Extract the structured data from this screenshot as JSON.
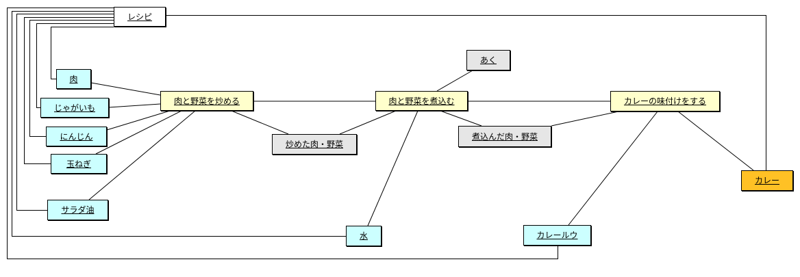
{
  "diagram": {
    "nodes": [
      {
        "id": "recipe",
        "label": "レシピ",
        "kind": "root"
      },
      {
        "id": "niku",
        "label": "肉",
        "kind": "resource"
      },
      {
        "id": "jaga",
        "label": "じゃがいも",
        "kind": "resource"
      },
      {
        "id": "ninjin",
        "label": "にんじん",
        "kind": "resource"
      },
      {
        "id": "tamanegi",
        "label": "玉ねぎ",
        "kind": "resource"
      },
      {
        "id": "oil",
        "label": "サラダ油",
        "kind": "resource"
      },
      {
        "id": "itame",
        "label": "肉と野菜を炒める",
        "kind": "process"
      },
      {
        "id": "itameta",
        "label": "炒めた肉・野菜",
        "kind": "intermediate"
      },
      {
        "id": "niko",
        "label": "肉と野菜を煮込む",
        "kind": "process"
      },
      {
        "id": "aku",
        "label": "あく",
        "kind": "intermediate"
      },
      {
        "id": "nikonda",
        "label": "煮込んだ肉・野菜",
        "kind": "intermediate"
      },
      {
        "id": "mizu",
        "label": "水",
        "kind": "resource"
      },
      {
        "id": "ajitsuke",
        "label": "カレーの味付けをする",
        "kind": "process"
      },
      {
        "id": "roux",
        "label": "カレールウ",
        "kind": "resource"
      },
      {
        "id": "curry",
        "label": "カレー",
        "kind": "final"
      }
    ],
    "edges": [
      [
        "niku",
        "itame"
      ],
      [
        "jaga",
        "itame"
      ],
      [
        "ninjin",
        "itame"
      ],
      [
        "tamanegi",
        "itame"
      ],
      [
        "oil",
        "itame"
      ],
      [
        "itame",
        "itameta"
      ],
      [
        "itame",
        "niko"
      ],
      [
        "itameta",
        "niko"
      ],
      [
        "niko",
        "aku"
      ],
      [
        "niko",
        "nikonda"
      ],
      [
        "niko",
        "mizu"
      ],
      [
        "niko",
        "ajitsuke"
      ],
      [
        "nikonda",
        "ajitsuke"
      ],
      [
        "ajitsuke",
        "roux"
      ],
      [
        "ajitsuke",
        "curry"
      ],
      [
        "recipe",
        "niku"
      ],
      [
        "recipe",
        "jaga"
      ],
      [
        "recipe",
        "ninjin"
      ],
      [
        "recipe",
        "tamanegi"
      ],
      [
        "recipe",
        "oil"
      ],
      [
        "recipe",
        "mizu"
      ],
      [
        "recipe",
        "roux"
      ],
      [
        "recipe",
        "curry"
      ]
    ]
  },
  "colors": {
    "resource": "#ccffff",
    "process": "#ffffcc",
    "intermediate": "#e6e6e6",
    "root": "#ffffff",
    "final": "#ffc125",
    "line": "#000000"
  }
}
